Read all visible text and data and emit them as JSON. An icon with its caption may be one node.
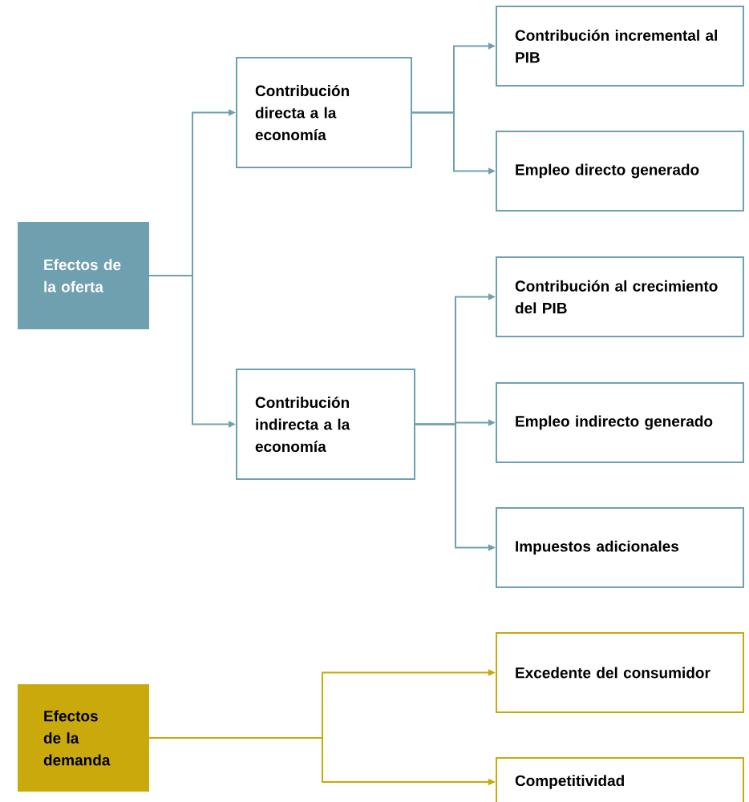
{
  "diagram": {
    "nodes": [
      {
        "text": [
          "Efectos de la oferta"
        ]
      },
      {
        "text": [
          "Contribución directa a la economía"
        ]
      },
      {
        "text": [
          "Contribución incremental al PIB"
        ]
      },
      {
        "text": [
          "Empleo directo generado"
        ]
      },
      {
        "text": [
          "Contribución al crecimiento del PIB"
        ]
      },
      {
        "text": [
          "Contribución indirecta a la economía"
        ]
      },
      {
        "text": [
          "Empleo indirecto generado"
        ]
      },
      {
        "text": [
          "Impuestos adicionales"
        ]
      },
      {
        "text": [
          "Efectos de la demanda"
        ]
      },
      {
        "text": [
          "Excedente del consumidor"
        ]
      },
      {
        "text": [
          "Competitividad"
        ]
      }
    ],
    "edges": [
      {
        "from": 0,
        "to": 1,
        "arrow": "to"
      },
      {
        "from": 0,
        "to": 5,
        "arrow": "to"
      },
      {
        "from": 1,
        "to": 2,
        "arrow": "to"
      },
      {
        "from": 1,
        "to": 3,
        "arrow": "to"
      },
      {
        "from": 5,
        "to": 4,
        "arrow": "to"
      },
      {
        "from": 5,
        "to": 6,
        "arrow": "to"
      },
      {
        "from": 5,
        "to": 7,
        "arrow": "to"
      },
      {
        "from": 8,
        "to": 9,
        "arrow": "to",
        "color": "#c9a90c"
      },
      {
        "from": 8,
        "to": 10,
        "arrow": "to",
        "color": "#c9a90c"
      }
    ]
  }
}
